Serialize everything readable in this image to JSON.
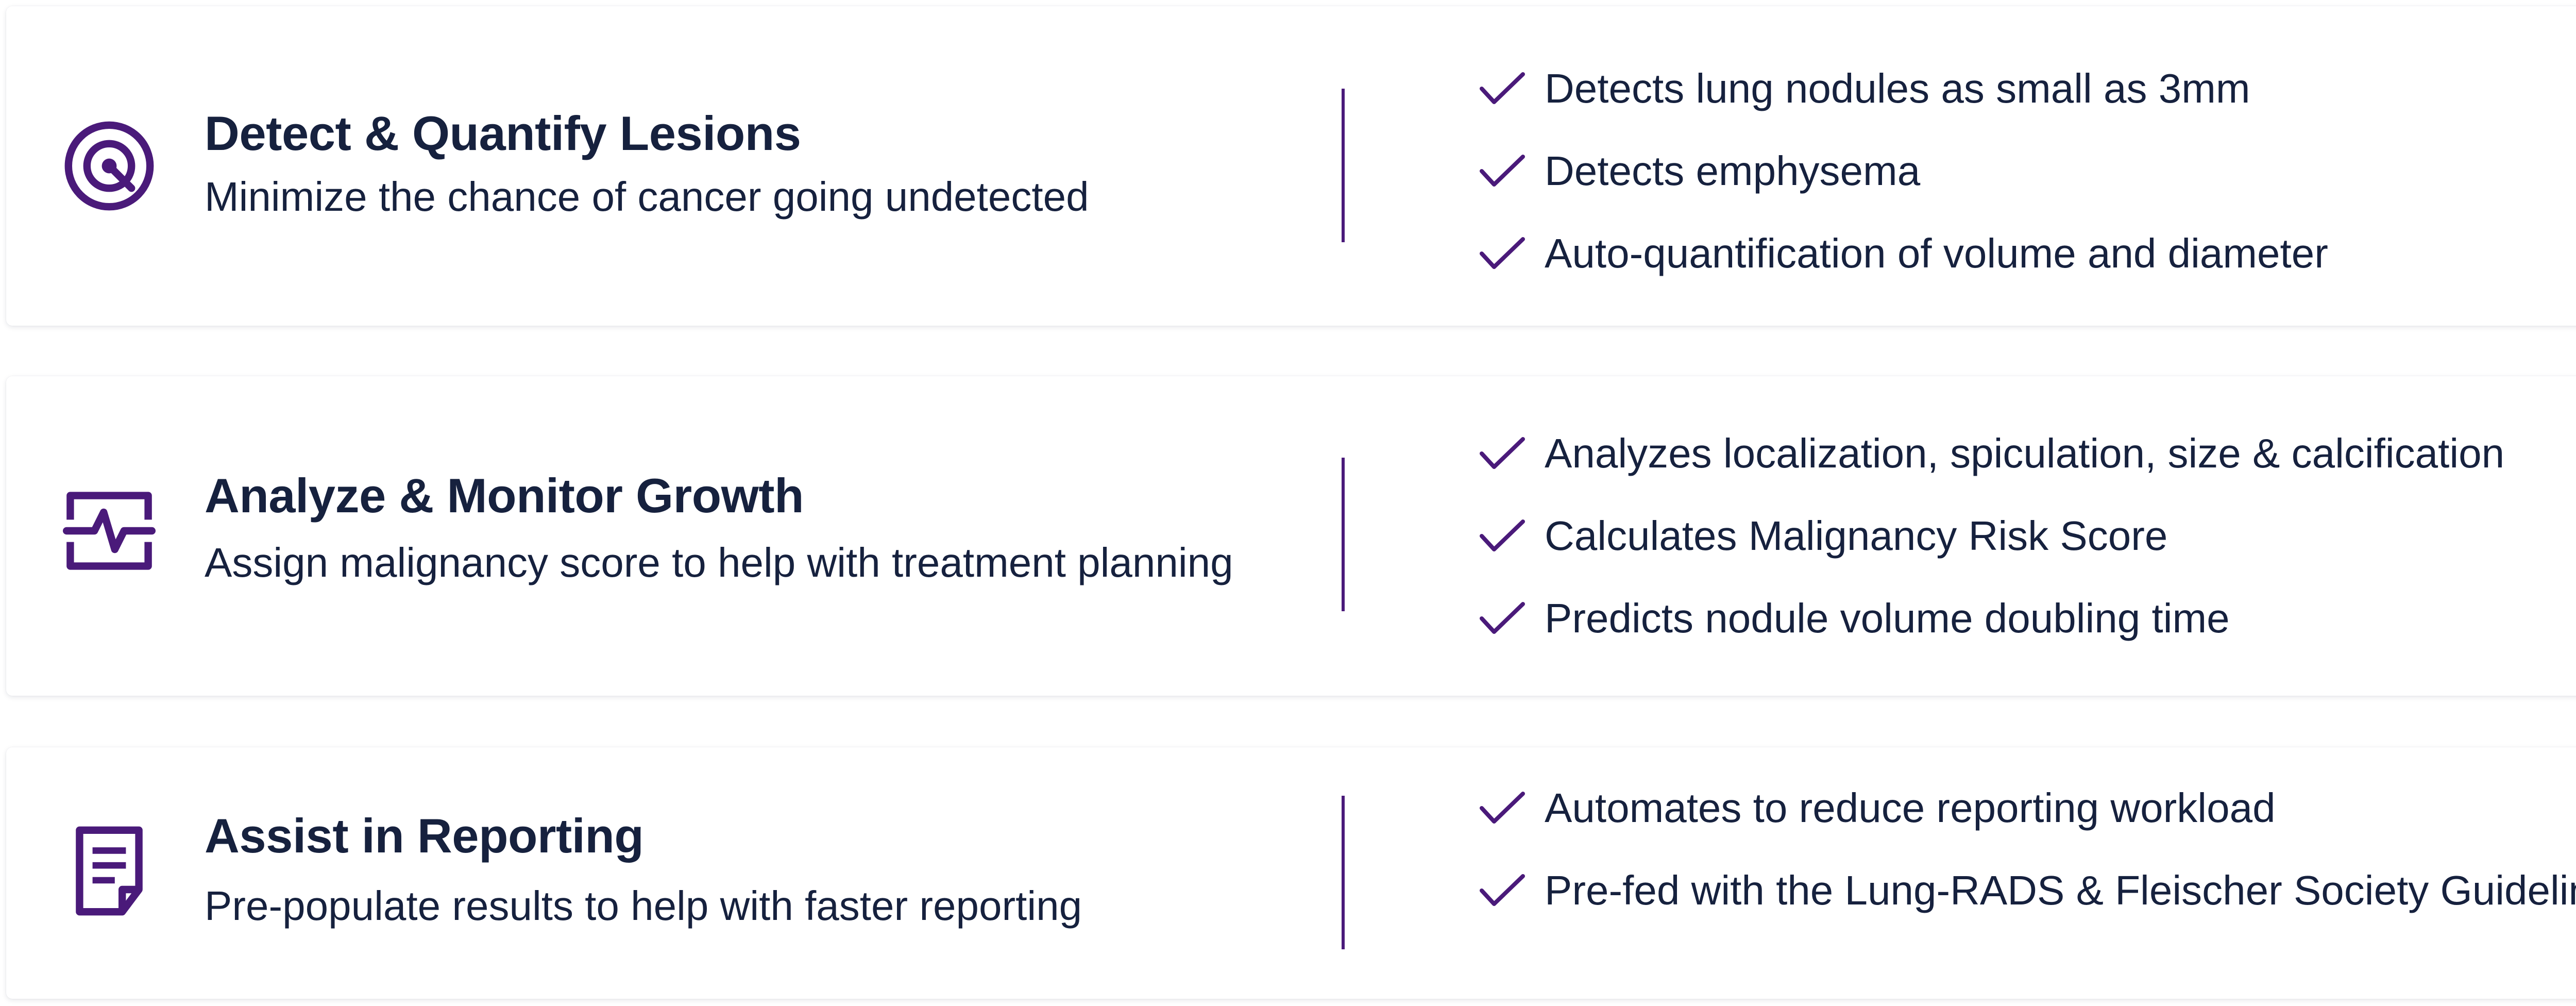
{
  "colors": {
    "accent": "#4a1a7a",
    "text": "#16213e",
    "card_bg": "#ffffff"
  },
  "cards": [
    {
      "icon": "target-scan-icon",
      "title": "Detect & Quantify Lesions",
      "subtitle": "Minimize the chance of cancer going undetected",
      "features": [
        "Detects lung nodules as small as 3mm",
        "Detects emphysema",
        "Auto-quantification of volume and diameter"
      ]
    },
    {
      "icon": "pulse-monitor-icon",
      "title": "Analyze & Monitor Growth",
      "subtitle": "Assign malignancy score to help with treatment planning",
      "features": [
        "Analyzes localization, spiculation, size & calcification",
        "Calculates Malignancy Risk Score",
        "Predicts nodule volume doubling time"
      ]
    },
    {
      "icon": "report-document-icon",
      "title": "Assist in Reporting",
      "subtitle": "Pre-populate results to help with faster reporting",
      "features": [
        "Automates to reduce reporting workload",
        "Pre-fed with the Lung-RADS & Fleischer Society Guidelines"
      ]
    }
  ]
}
